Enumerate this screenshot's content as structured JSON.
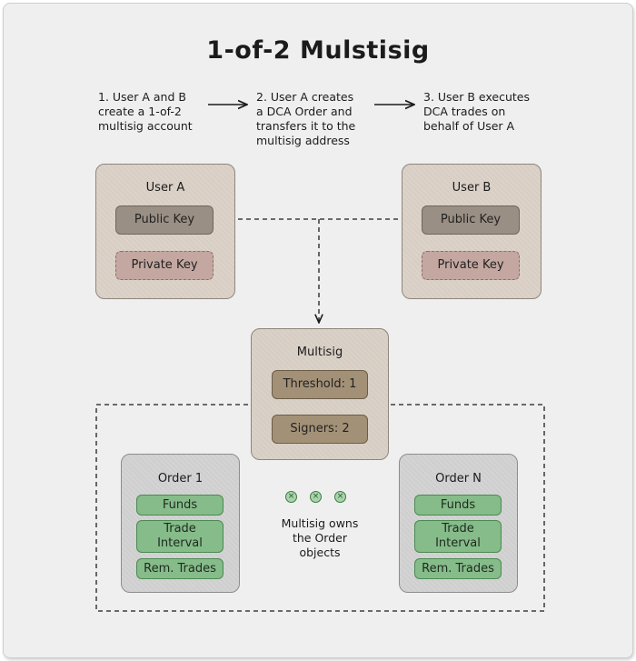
{
  "title": "1-of-2 Mulstisig",
  "steps": [
    "1. User A and B\ncreate a 1-of-2\nmultisig account",
    "2. User A creates\na DCA Order and\ntransfers it to the\nmultisig address",
    "3. User B executes\nDCA trades on\nbehalf of User A"
  ],
  "user_a": {
    "title": "User A",
    "public_key": "Public Key",
    "private_key": "Private Key"
  },
  "user_b": {
    "title": "User B",
    "public_key": "Public Key",
    "private_key": "Private Key"
  },
  "multisig": {
    "title": "Multisig",
    "threshold": "Threshold: 1",
    "signers": "Signers: 2"
  },
  "order_1": {
    "title": "Order 1",
    "funds": "Funds",
    "interval": "Trade\nInterval",
    "remaining": "Rem. Trades"
  },
  "order_n": {
    "title": "Order N",
    "funds": "Funds",
    "interval": "Trade\nInterval",
    "remaining": "Rem. Trades"
  },
  "ownership_note": "Multisig owns\nthe Order\nobjects",
  "colors": {
    "canvas": "#efefef",
    "user_box": "#d8cec4",
    "public_key": "#9a8f84",
    "private_key": "#c3a7a0",
    "multisig_field": "#a39177",
    "order_box": "#cfcfcf",
    "order_field": "#86bb8a"
  }
}
